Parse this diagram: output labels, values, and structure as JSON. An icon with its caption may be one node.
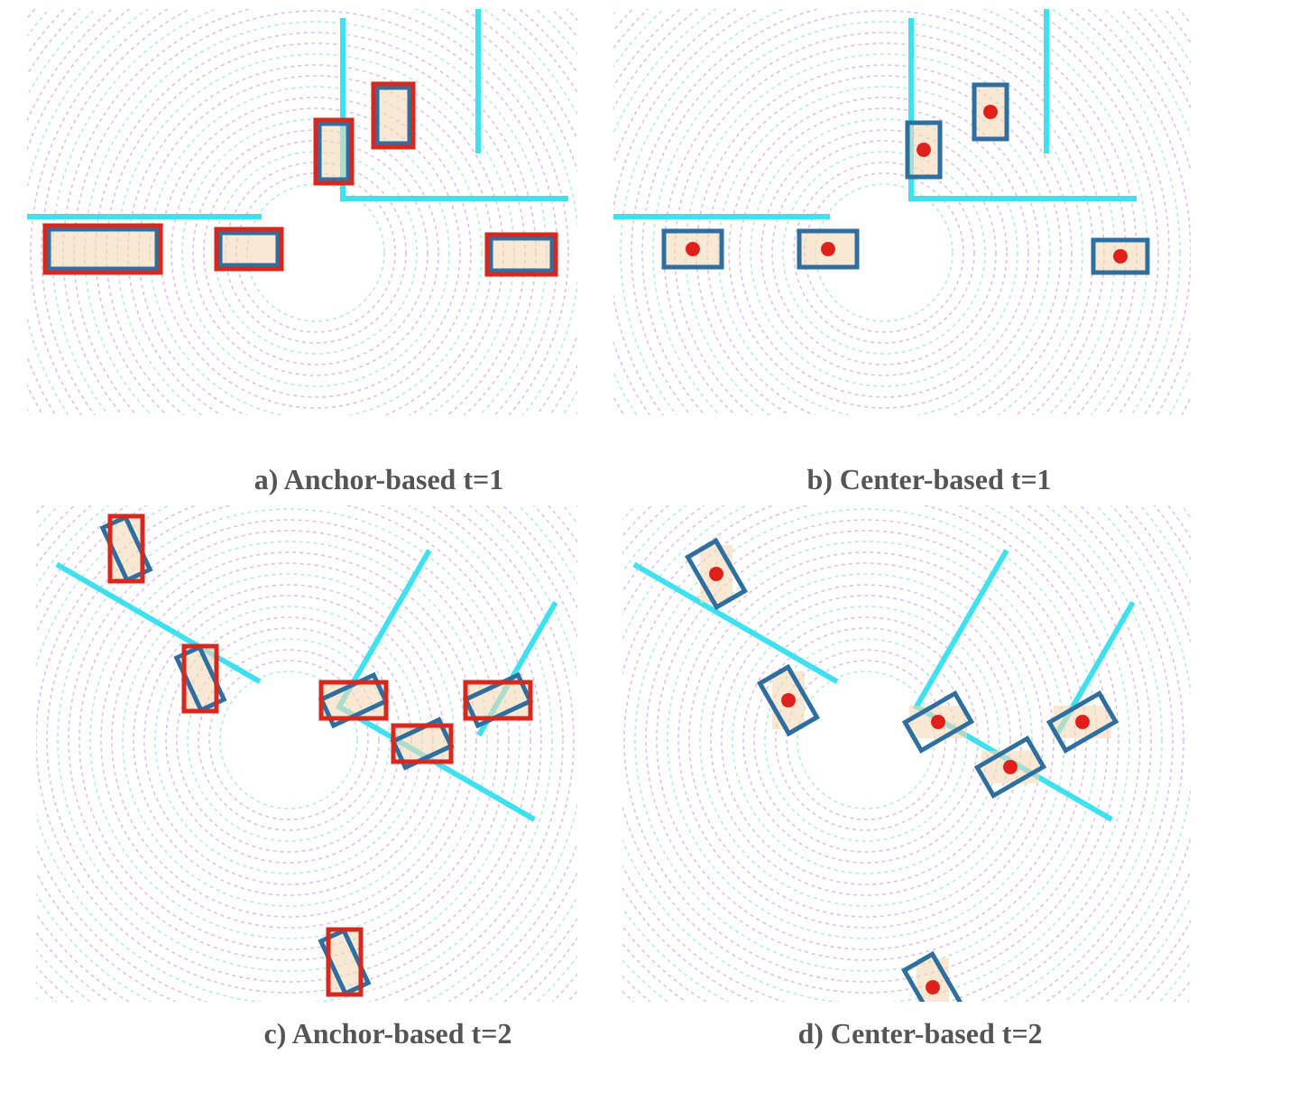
{
  "diagram": {
    "labels": [
      "a) Anchor-based t=1",
      "b) Center-based t=1",
      "c) Anchor-based t=2",
      "d) Center-based t=2"
    ]
  }
}
